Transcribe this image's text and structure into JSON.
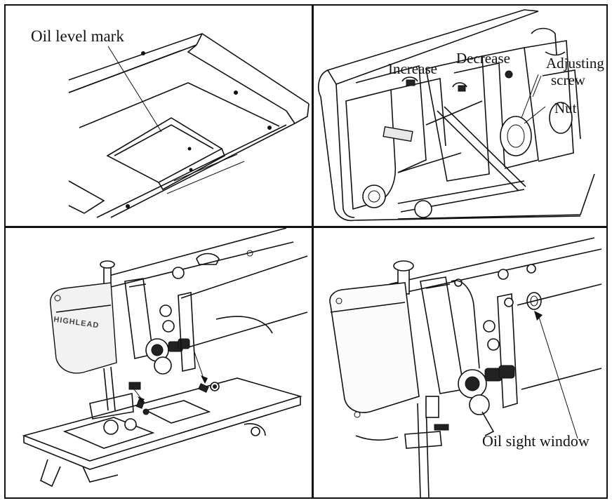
{
  "panels": {
    "top_left": {
      "labels": {
        "oil_level_mark": "Oil level mark"
      }
    },
    "top_right": {
      "labels": {
        "increase": "Increase",
        "decrease": "Decrease",
        "adjusting": "Adjusting",
        "screw": "screw",
        "nut": "Nut"
      }
    },
    "bottom_left": {
      "labels": {
        "brand": "HIGHLEAD"
      }
    },
    "bottom_right": {
      "labels": {
        "oil_sight_window": "Oil sight window"
      }
    }
  }
}
